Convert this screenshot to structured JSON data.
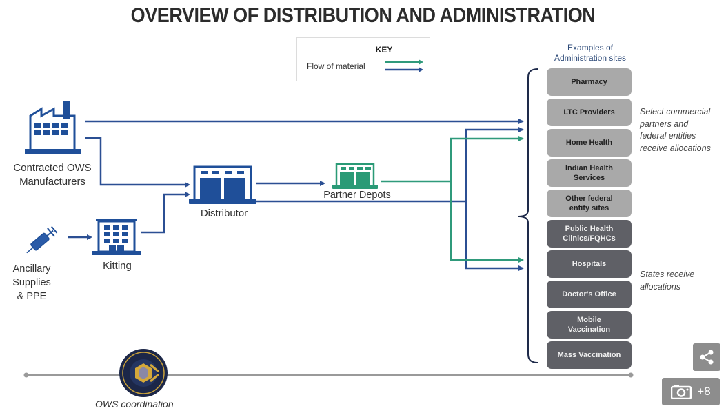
{
  "title": "OVERVIEW OF DISTRIBUTION AND ADMINISTRATION",
  "colors": {
    "blue_flow": "#2b4f93",
    "green_flow": "#2f9a7b",
    "icon_blue": "#1f4f99",
    "icon_green": "#2a9a76",
    "site_light": "#a9a9a9",
    "site_dark": "#5f6066"
  },
  "key": {
    "title": "KEY",
    "label": "Flow of material",
    "flows": [
      "green",
      "blue"
    ]
  },
  "nodes": {
    "manufacturers": {
      "label_line1": "Contracted OWS",
      "label_line2": "Manufacturers",
      "icon": "factory-icon"
    },
    "ancillary": {
      "label_line1": "Ancillary",
      "label_line2": "Supplies",
      "label_line3": "& PPE",
      "icon": "syringe-icon"
    },
    "kitting": {
      "label": "Kitting",
      "icon": "building-icon"
    },
    "distributor": {
      "label": "Distributor",
      "icon": "warehouse-icon"
    },
    "partner_depots": {
      "label": "Partner Depots",
      "icon": "depot-icon"
    }
  },
  "sites": {
    "header_line1": "Examples of",
    "header_line2": "Administration sites",
    "items": [
      {
        "line1": "Pharmacy",
        "line2": "",
        "tone": "light"
      },
      {
        "line1": "LTC Providers",
        "line2": "",
        "tone": "light"
      },
      {
        "line1": "Home Health",
        "line2": "",
        "tone": "light"
      },
      {
        "line1": "Indian Health",
        "line2": "Services",
        "tone": "light"
      },
      {
        "line1": "Other federal",
        "line2": "entity sites",
        "tone": "light"
      },
      {
        "line1": "Public Health",
        "line2": "Clinics/FQHCs",
        "tone": "dark"
      },
      {
        "line1": "Hospitals",
        "line2": "",
        "tone": "dark"
      },
      {
        "line1": "Doctor's Office",
        "line2": "",
        "tone": "dark"
      },
      {
        "line1": "Mobile",
        "line2": "Vaccination",
        "tone": "dark"
      },
      {
        "line1": "Mass Vaccination",
        "line2": "",
        "tone": "dark"
      }
    ]
  },
  "notes": {
    "commercial": [
      "Select commercial",
      "partners and",
      "federal entities",
      "receive allocations"
    ],
    "states": [
      "States receive",
      "allocations"
    ]
  },
  "coordination": {
    "label": "OWS coordination",
    "logo": "operation-warp-speed-seal"
  },
  "overlay": {
    "share_icon": "share-icon",
    "photo_icon": "camera-icon",
    "photo_count": "+8"
  }
}
